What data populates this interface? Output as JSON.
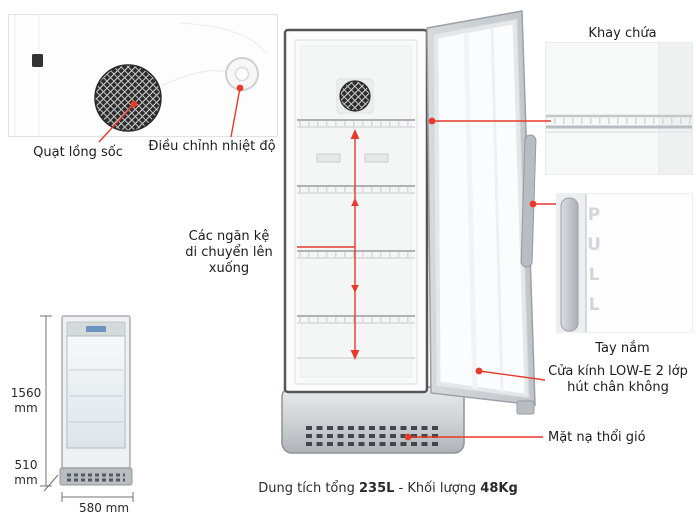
{
  "colors": {
    "accent": "#e8392b",
    "ink": "#1c1c1c",
    "frame_gray": "#c7ccd0"
  },
  "callouts": {
    "fan": "Quạt lồng sốc",
    "thermostat": "Điều chỉnh nhiệt độ",
    "shelves_line1": "Các ngăn kệ",
    "shelves_line2": "di chuyển lên xuống",
    "tray": "Khay chứa",
    "handle": "Tay nắm",
    "glass_line1": "Cửa kính LOW-E 2 lớp",
    "glass_line2": "hút chân không",
    "grille": "Mặt nạ thổi gió"
  },
  "door": {
    "pull_text": "PULL"
  },
  "dimensions": {
    "height_value": "1560",
    "height_unit": "mm",
    "depth_value": "510",
    "depth_unit": "mm",
    "width": "580 mm"
  },
  "footer": {
    "capacity_label": "Dung tích tổng ",
    "capacity_value": "235L",
    "separator": " - ",
    "weight_label": "Khối lượng ",
    "weight_value": "48Kg"
  }
}
